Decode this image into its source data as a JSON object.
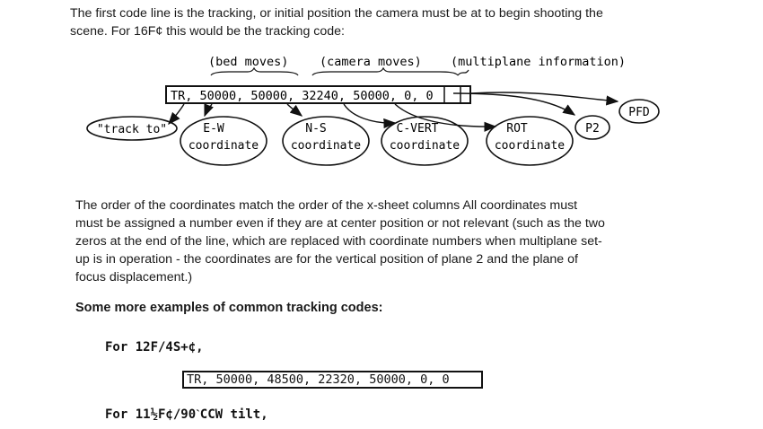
{
  "paragraphs": {
    "intro_line1": "The first code line is the tracking, or initial position the camera must be at to begin shooting the",
    "intro_line2": "scene. For 16F¢ this would be the tracking code:",
    "order_line1": "The order of the coordinates match the order of the x-sheet columns All coordinates must",
    "order_line2": "must be assigned a number even if they are at center position or not relevant (such as the two",
    "order_line3": "zeros at the end of the line, which are replaced with coordinate numbers when multiplane set-",
    "order_line4": "up is in operation - the coordinates are for the vertical position of plane 2 and the plane of",
    "order_line5": "focus displacement.)",
    "examples_heading": "Some more examples of common tracking codes:"
  },
  "diagram": {
    "groups": {
      "bed_moves": "(bed moves)",
      "camera_moves": "(camera moves)",
      "multiplane": "(multiplane information)"
    },
    "code": "TR, 50000, 50000, 32240, 50000, 0, 0",
    "labels": {
      "track_to": "\"track to\"",
      "ew_top": "E-W",
      "ew_bottom": "coordinate",
      "ns_top": "N-S",
      "ns_bottom": "coordinate",
      "cvert_top": "C-VERT",
      "cvert_bottom": "coordinate",
      "rot_top": "ROT",
      "rot_bottom": "coordinate",
      "p2": "P2",
      "pfd": "PFD"
    }
  },
  "examples": [
    {
      "label": "For 12F/4S+¢,",
      "code": "TR, 50000, 48500, 22320, 50000, 0, 0"
    },
    {
      "label": "For 11½F¢/90ˋCCW tilt,"
    }
  ]
}
